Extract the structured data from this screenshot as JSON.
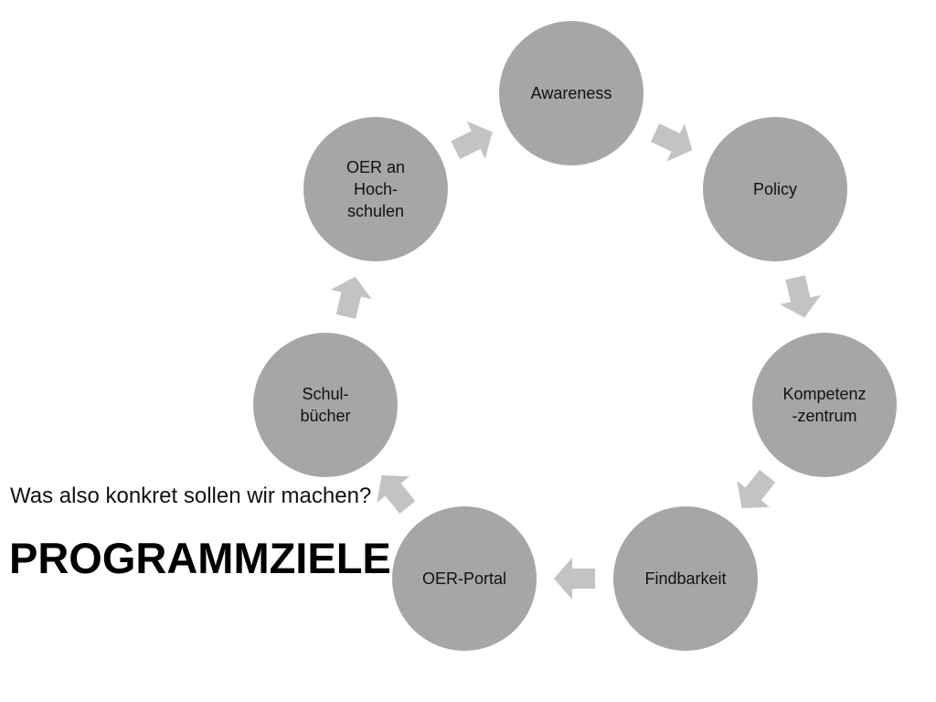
{
  "subtitle": "Was also konkret sollen wir machen?",
  "title": "PROGRAMMZIELE",
  "colors": {
    "node_fill": "#a6a6a6",
    "arrow_fill": "#c3c3c3",
    "text": "#111111"
  },
  "cycle": {
    "nodes": [
      {
        "id": "awareness",
        "lines": [
          "Awareness"
        ]
      },
      {
        "id": "policy",
        "lines": [
          "Policy"
        ]
      },
      {
        "id": "kompetenzzentrum",
        "lines": [
          "Kompetenz",
          "-zentrum"
        ]
      },
      {
        "id": "findbarkeit",
        "lines": [
          "Findbarkeit"
        ]
      },
      {
        "id": "oer-portal",
        "lines": [
          "OER-Portal"
        ]
      },
      {
        "id": "schulbuecher",
        "lines": [
          "Schul-",
          "bücher"
        ]
      },
      {
        "id": "oer-an-hochschulen",
        "lines": [
          "OER an",
          "Hoch-",
          "schulen"
        ]
      }
    ]
  }
}
